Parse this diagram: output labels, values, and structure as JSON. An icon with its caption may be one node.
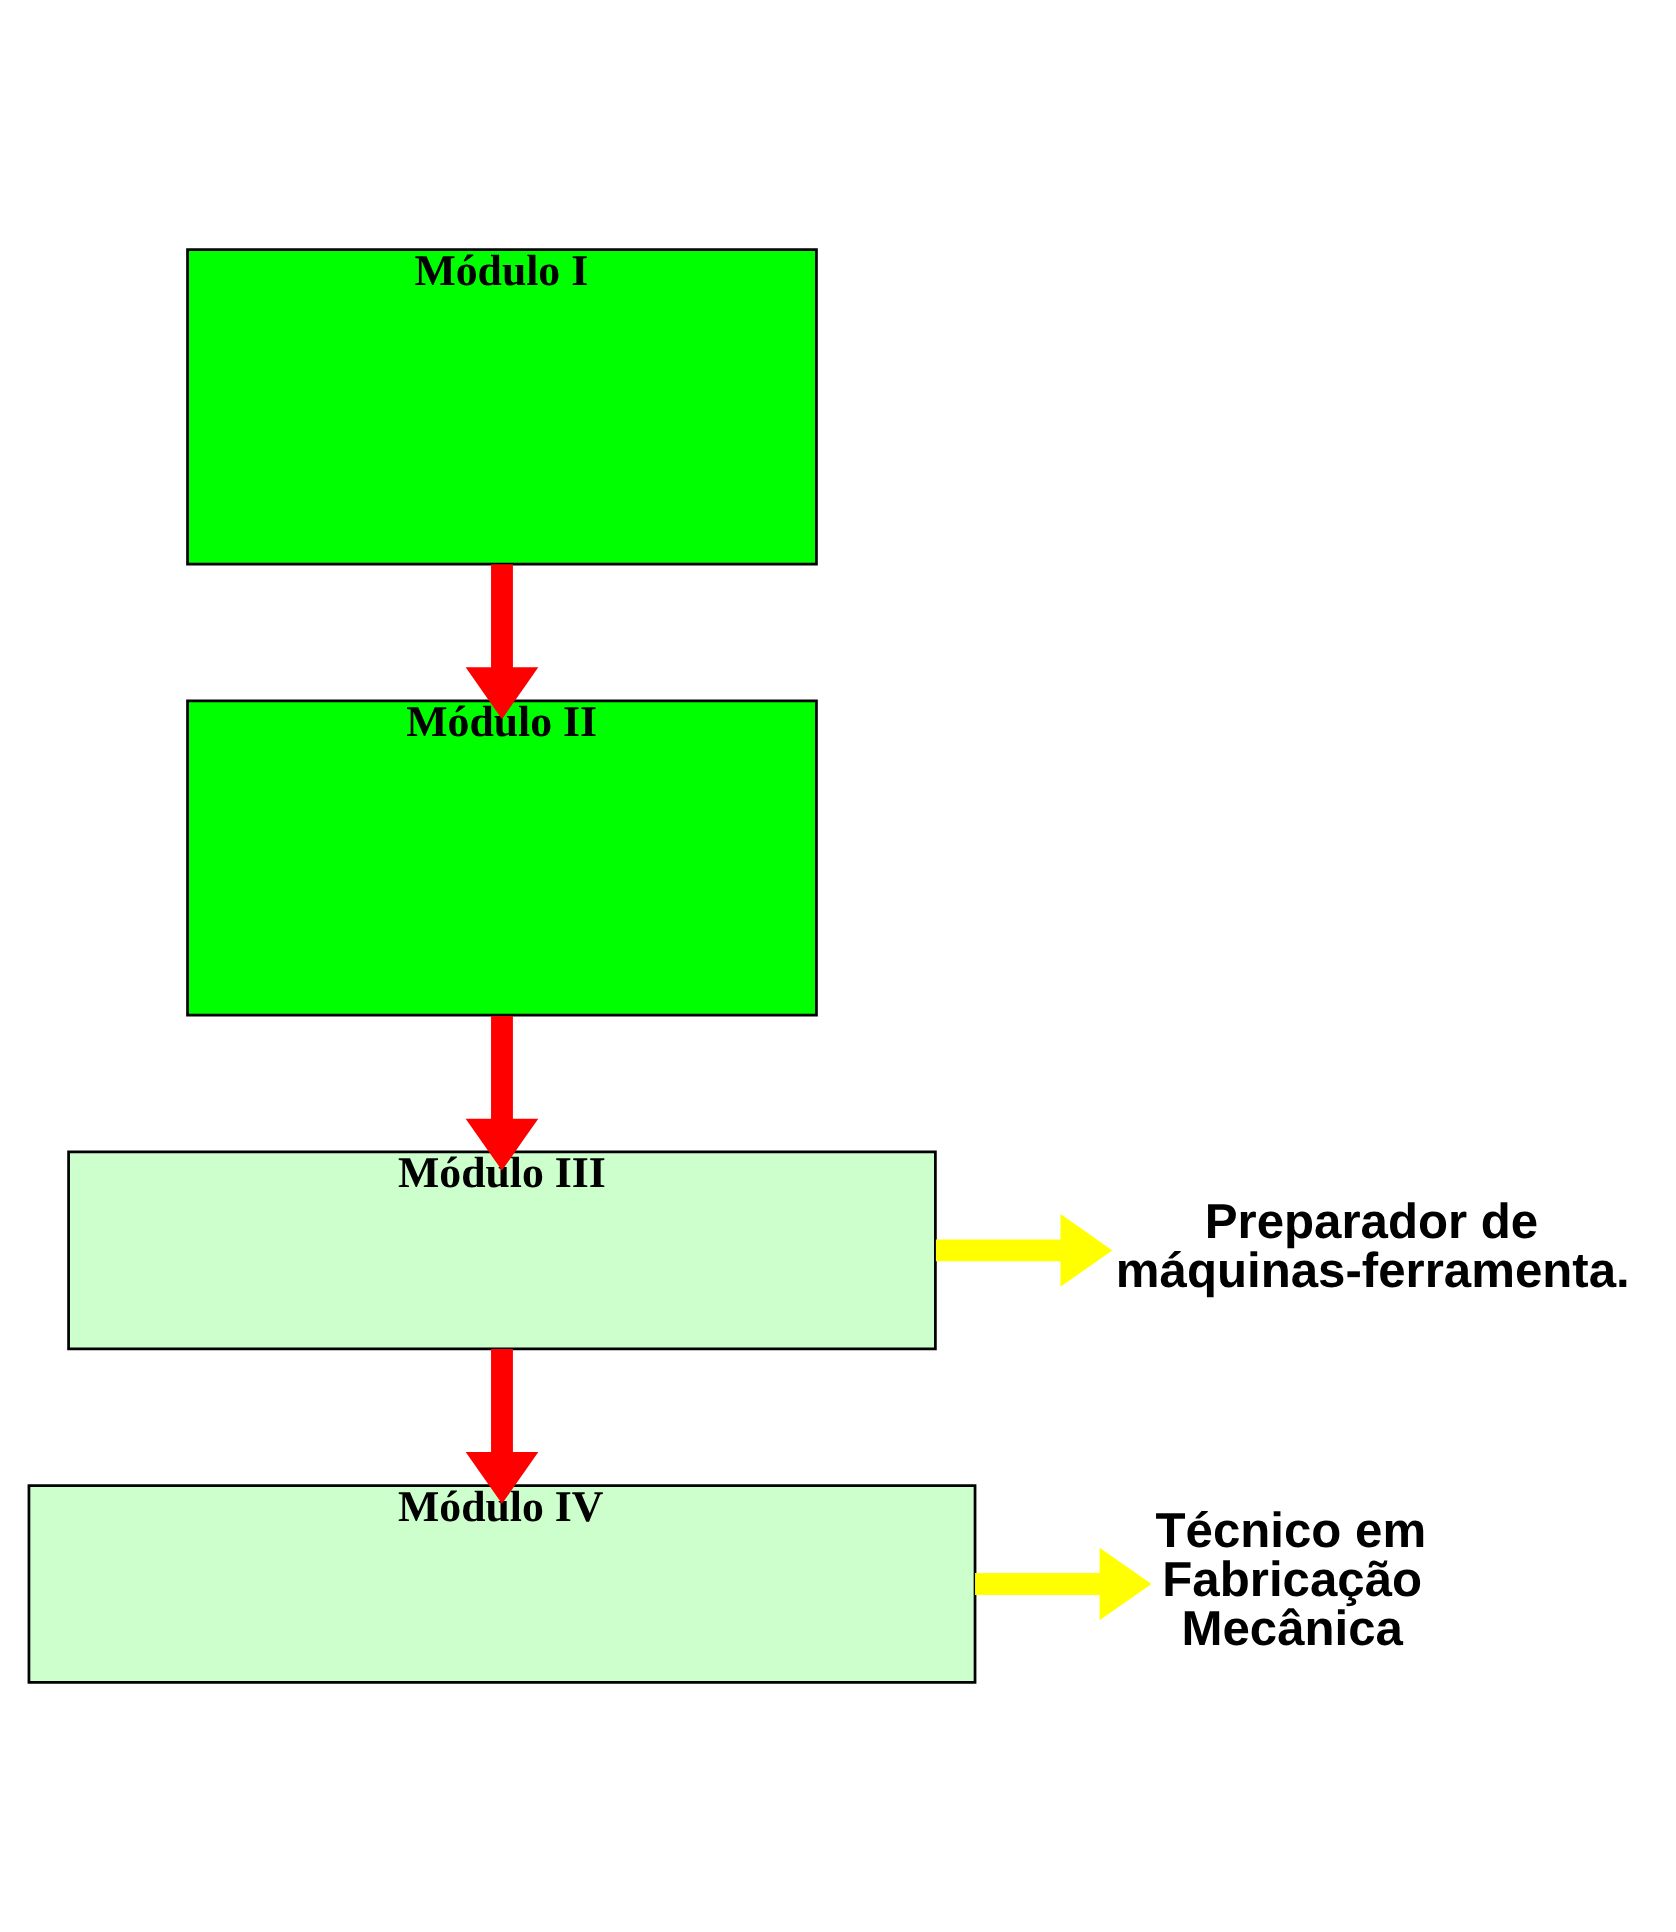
{
  "diagram": {
    "nodes": [
      {
        "text": [
          "Módulo I"
        ]
      },
      {
        "text": [
          "Módulo II"
        ]
      },
      {
        "text": [
          "Módulo III"
        ]
      },
      {
        "text": [
          "Preparador de máquinas-ferramenta."
        ]
      },
      {
        "text": [
          "Módulo IV"
        ]
      },
      {
        "text": [
          "Técnico em Fabricação Mecânica"
        ]
      }
    ],
    "edges": [
      {
        "from": 0,
        "to": 1,
        "arrow": "to"
      },
      {
        "from": 1,
        "to": 2,
        "arrow": "to"
      },
      {
        "from": 2,
        "to": 4,
        "arrow": "to"
      },
      {
        "from": 2,
        "to": 3,
        "arrow": "to",
        "color": "#ffff00"
      },
      {
        "from": 4,
        "to": 5,
        "arrow": "to",
        "color": "#ffff00"
      }
    ]
  }
}
